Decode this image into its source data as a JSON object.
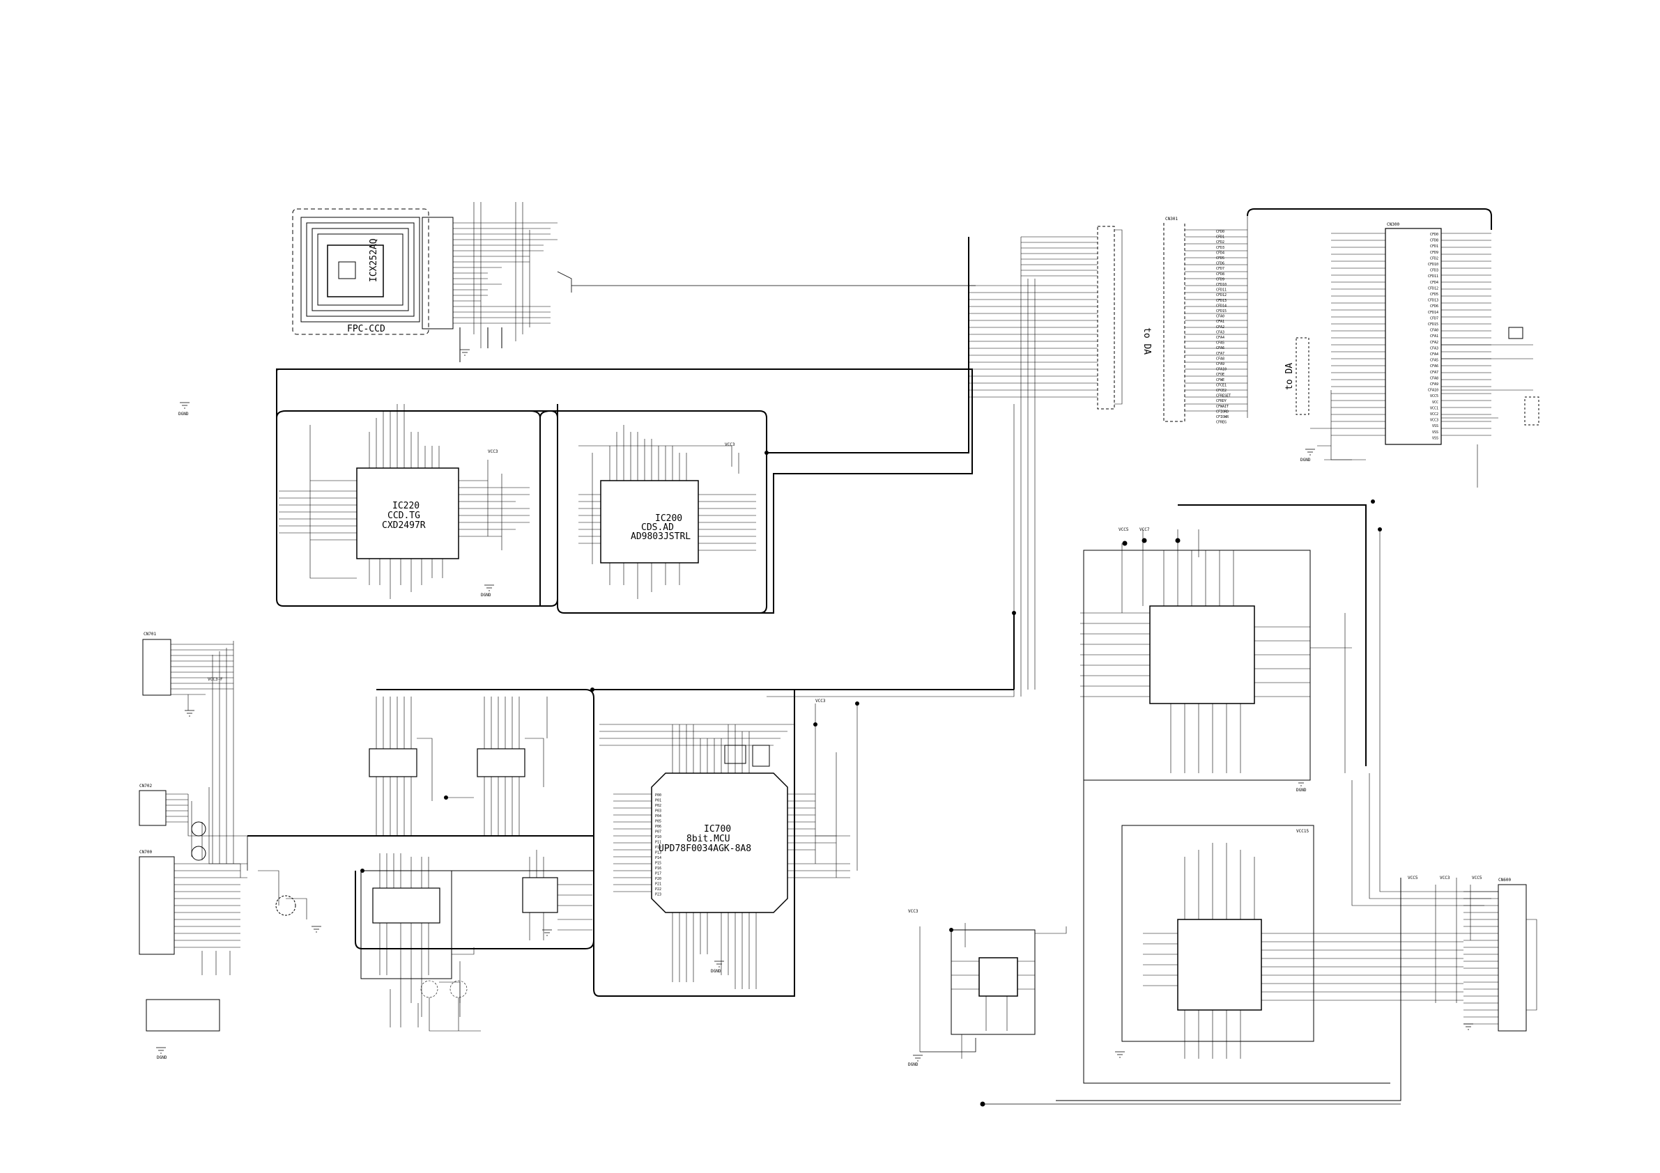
{
  "ics": {
    "ic252": {
      "part": "ICX252AQ",
      "footer": "FPC-CCD"
    },
    "ic220": {
      "ref": "IC220",
      "func": "CCD.TG",
      "part": "CXD2497R"
    },
    "ic200": {
      "ref": "IC200",
      "func": "CDS.AD",
      "part": "AD9803JSTRL"
    },
    "ic700": {
      "ref": "IC700",
      "func": "8bit.MCU",
      "part": "UPD78F0034AGK-8A8"
    }
  },
  "rails": {
    "vcc3": "VCC3",
    "vcc5": "VCC5",
    "vcc7": "VCC7",
    "vcc15": "VCC15",
    "dgnd": "DGND",
    "vcc3f": "VCC3-F"
  },
  "offpage": {
    "to_da_1": "to DA",
    "to_da_2": "to DA"
  },
  "connectors": {
    "cn701": "CN701",
    "cn702": "CN702",
    "cn700": "CN700",
    "cn301": "CN301",
    "cn300": "CN300",
    "cn600": "CN600"
  },
  "bus_labels": {
    "cn301_left": [
      "CFD0",
      "CFD1",
      "CFD2",
      "CFD3",
      "CFD4",
      "CFD5",
      "CFD6",
      "CFD7",
      "CFD8",
      "CFD9",
      "CFD10",
      "CFD11",
      "CFD12",
      "CFD13",
      "CFD14",
      "CFD15",
      "CFA0",
      "CFA1",
      "CFA2",
      "CFA3",
      "CFA4",
      "CFA5",
      "CFA6",
      "CFA7",
      "CFA8",
      "CFA9",
      "CFA10",
      "CFOE",
      "CFWE",
      "CFCE1",
      "CFCE2",
      "CFRESET",
      "CFRDY",
      "CFWAIT",
      "CFIORD",
      "CFIOWR",
      "CFREG"
    ],
    "cn300_right": [
      "CFD0",
      "CFD8",
      "CFD1",
      "CFD9",
      "CFD2",
      "CFD10",
      "CFD3",
      "CFD11",
      "CFD4",
      "CFD12",
      "CFD5",
      "CFD13",
      "CFD6",
      "CFD14",
      "CFD7",
      "CFD15",
      "CFA0",
      "CFA1",
      "CFA2",
      "CFA3",
      "CFA4",
      "CFA5",
      "CFA6",
      "CFA7",
      "CFA8",
      "CFA9",
      "CFA10",
      "VCC5",
      "VCC",
      "VCC1",
      "VCC2",
      "VCC3",
      "VSS",
      "VSS",
      "VSS"
    ],
    "ic700_left": [
      "P00",
      "P01",
      "P02",
      "P03",
      "P04",
      "P05",
      "P06",
      "P07",
      "P10",
      "P11",
      "P12",
      "P13",
      "P14",
      "P15",
      "P16",
      "P17",
      "P20",
      "P21",
      "P22",
      "P23"
    ]
  }
}
